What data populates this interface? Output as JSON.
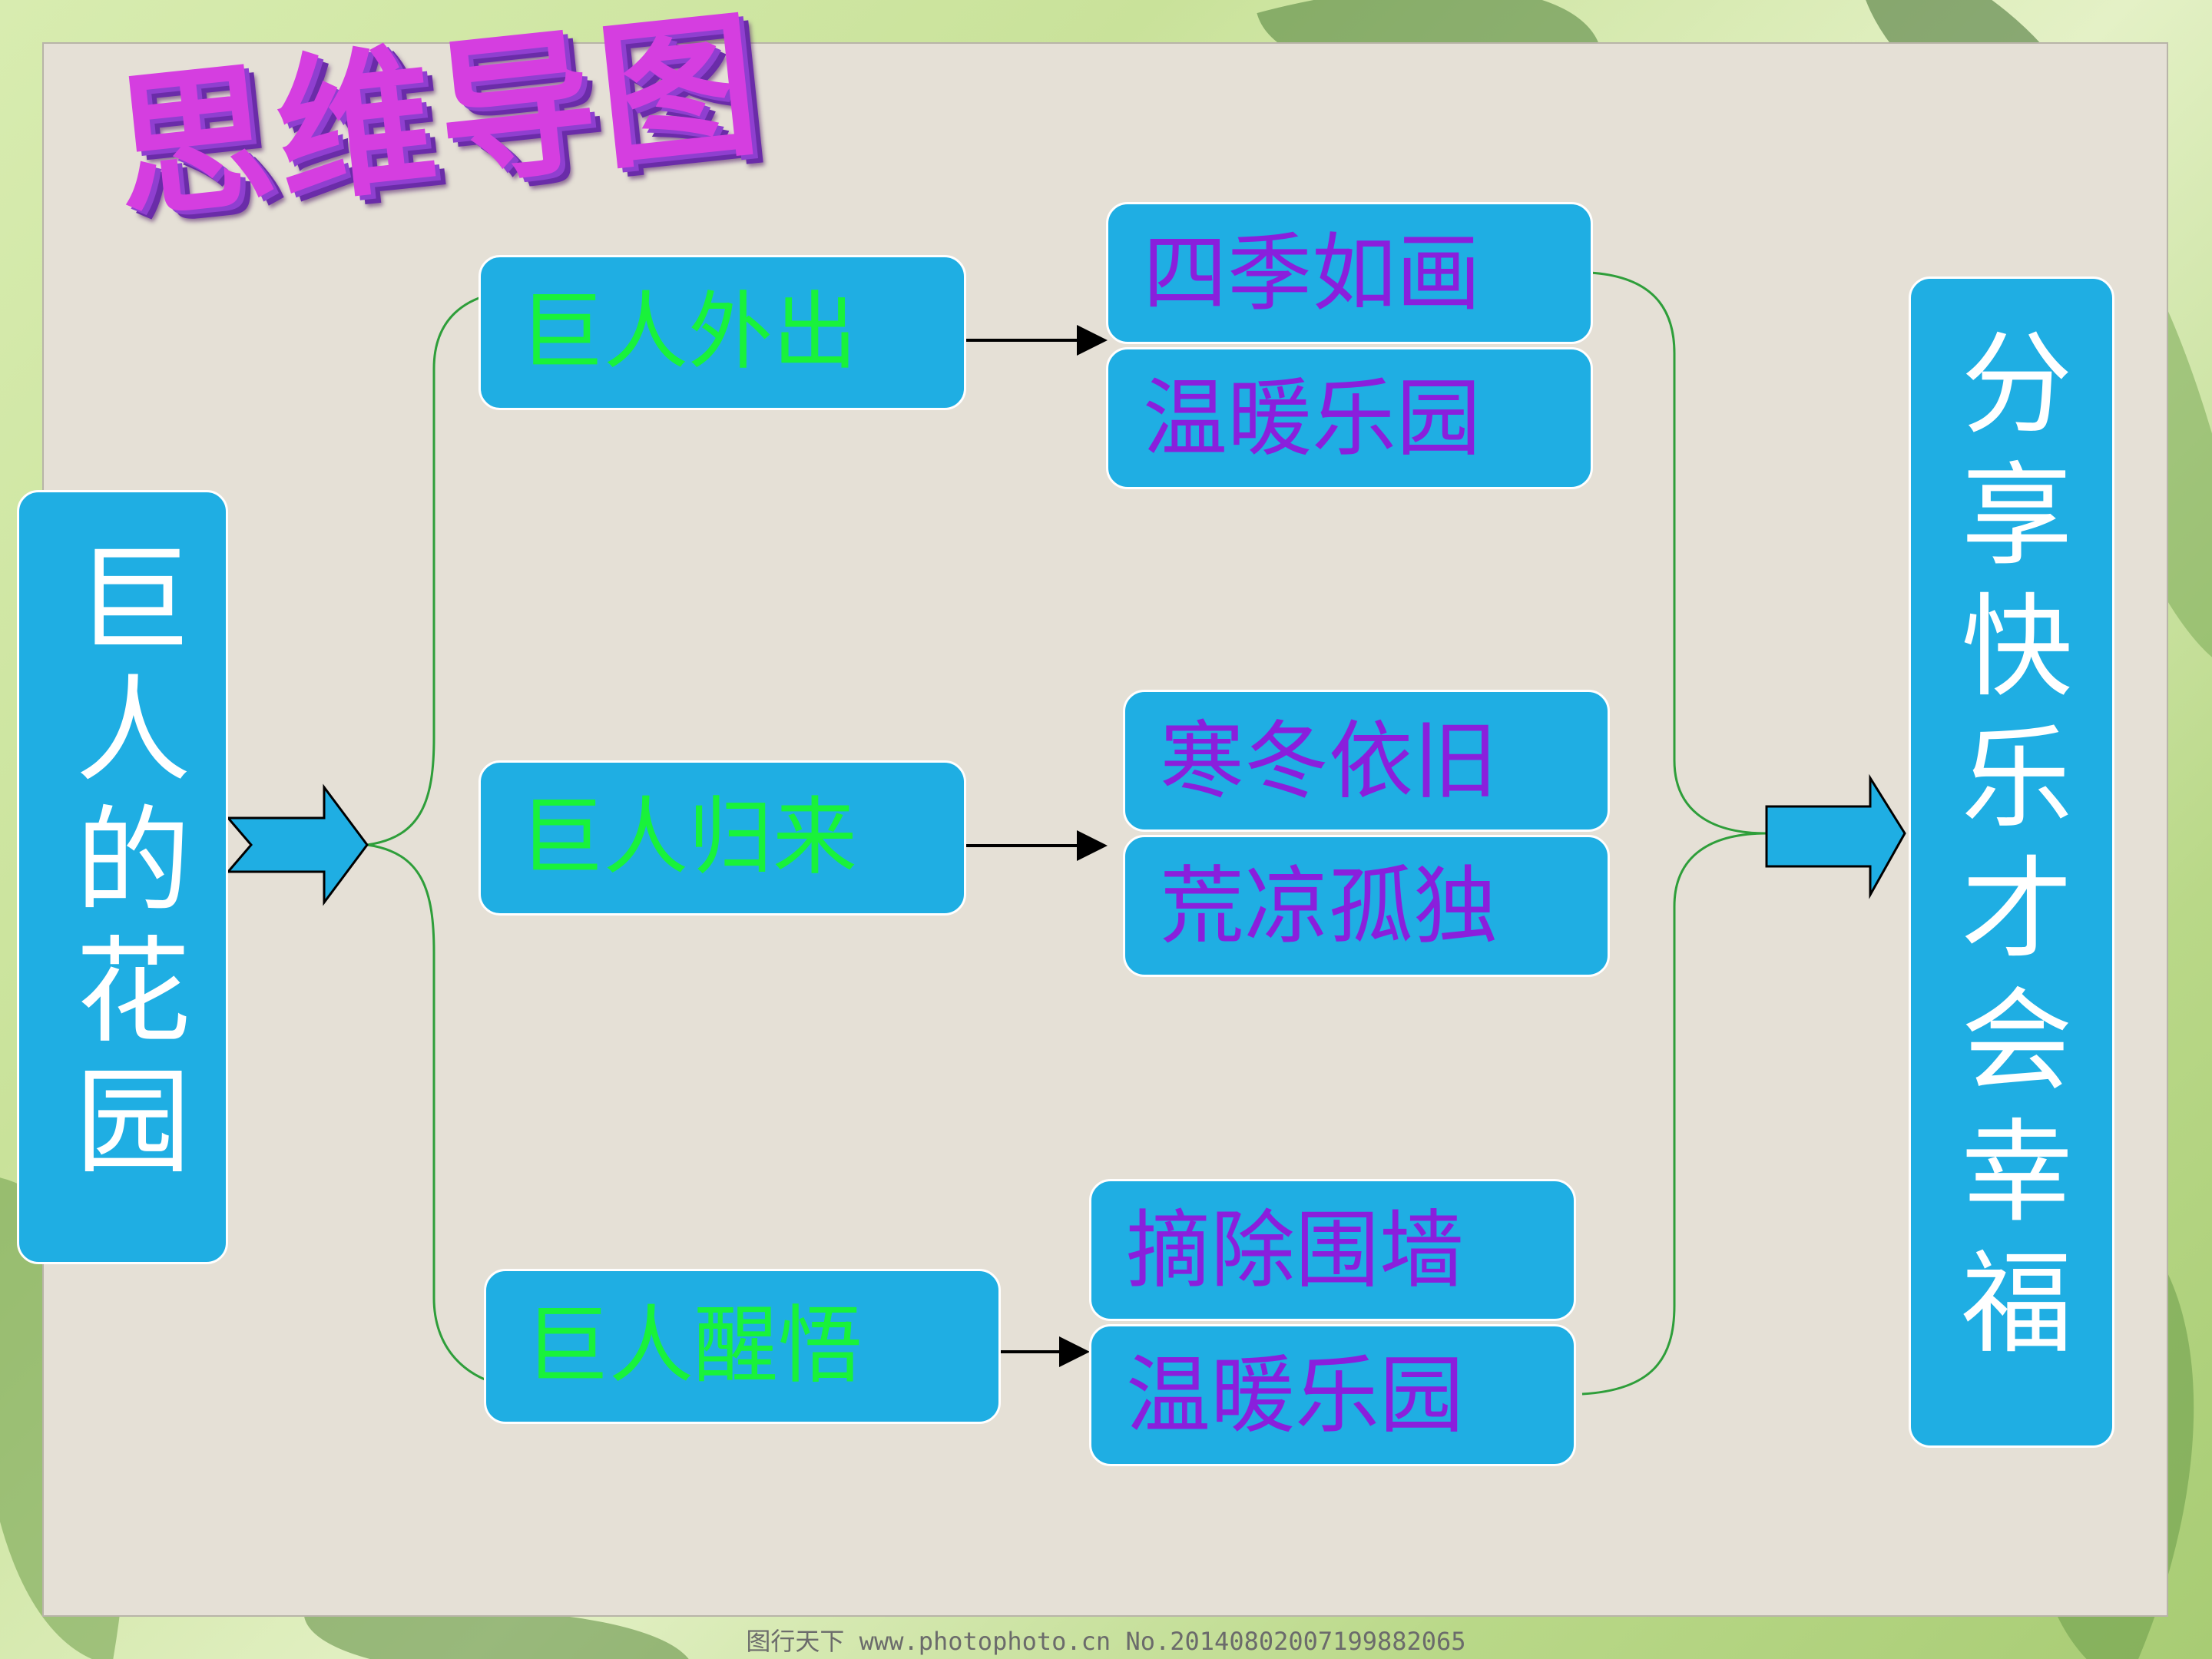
{
  "title": "思维导图",
  "root": {
    "label": "巨人的花园"
  },
  "branches": [
    {
      "label": "巨人外出",
      "details": [
        "四季如画",
        "温暖乐园"
      ]
    },
    {
      "label": "巨人归来",
      "details": [
        "寒冬依旧",
        "荒凉孤独"
      ]
    },
    {
      "label": "巨人醒悟",
      "details": [
        "摘除围墙",
        "温暖乐园"
      ]
    }
  ],
  "conclusion": {
    "label": "分享快乐才会幸福"
  },
  "footer": {
    "watermark": "图行天下 www.photophoto.cn No.20140802007199882065"
  },
  "colors": {
    "box_fill": "#1faee3",
    "branch_text": "#19f23a",
    "detail_text": "#8a1fdc",
    "title_text": "#d53ee0",
    "connector_line": "#2e9e3a",
    "panel": "#e5e0d6"
  }
}
